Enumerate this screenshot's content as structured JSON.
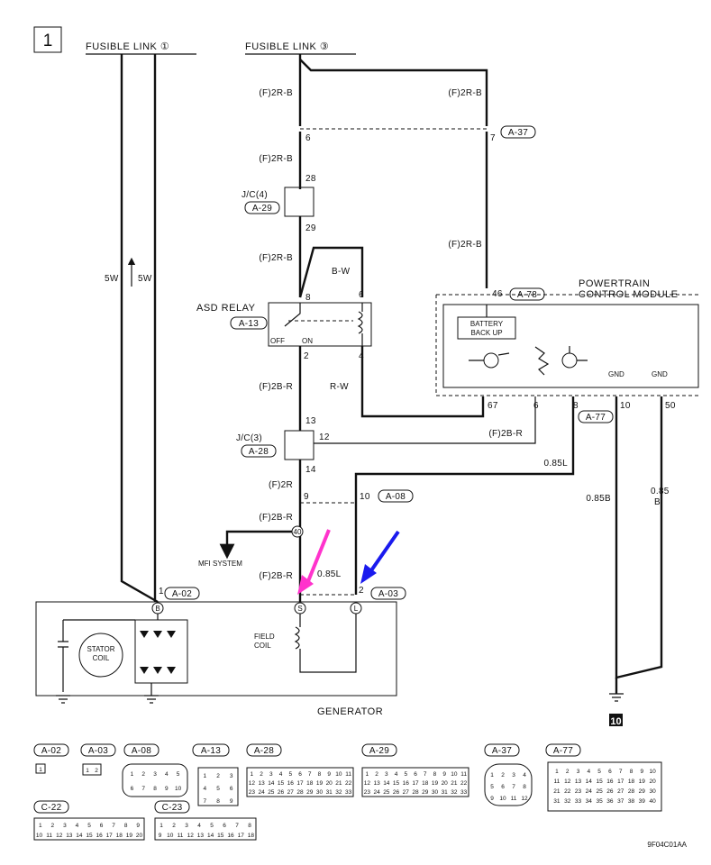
{
  "page_number": "1",
  "fusible_link_1": "FUSIBLE LINK ①",
  "fusible_link_3": "FUSIBLE LINK ③",
  "wires": {
    "f2rb_top_left": "(F)2R-B",
    "f2rb_top_right": "(F)2R-B",
    "f2rb_2": "(F)2R-B",
    "f2rb_3": "(F)2R-B",
    "f2rb_right": "(F)2R-B",
    "bw": "B-W",
    "f2br": "(F)2B-R",
    "rw": "R-W",
    "f2br_2": "(F)2B-R",
    "f2r": "(F)2R",
    "f2br_3": "(F)2B-R",
    "f2br_4": "(F)2B-R",
    "l085_top": "0.85L",
    "l085_mid": "0.85L",
    "b085": "0.85B",
    "b085_v_a": "0.85",
    "b085_v_b": "B",
    "w5_a": "5W",
    "w5_b": "5W"
  },
  "pins": {
    "p6": "6",
    "p7": "7",
    "p28": "28",
    "p29": "29",
    "p8": "8",
    "p6b": "6",
    "p2": "2",
    "p4": "4",
    "p46": "46",
    "p67": "67",
    "p6c": "6",
    "p8c": "8",
    "p10": "10",
    "p50": "50",
    "p13": "13",
    "p12": "12",
    "p14": "14",
    "p9": "9",
    "p10b": "10",
    "p40": "40",
    "p1": "1",
    "p2b": "2"
  },
  "connectors": {
    "a37": "A-37",
    "a29": "A-29",
    "a13": "A-13",
    "a78": "A-78",
    "a77": "A-77",
    "a28": "A-28",
    "a08": "A-08",
    "a02": "A-02",
    "a03": "A-03"
  },
  "components": {
    "jc4": "J/C(4)",
    "asd_relay": "ASD RELAY",
    "off": "OFF",
    "on": "ON",
    "pcm_1": "POWERTRAIN",
    "pcm_2": "CONTROL MODULE",
    "battery_1": "BATTERY",
    "battery_2": "BACK UP",
    "gnd_a": "GND",
    "gnd_b": "GND",
    "jc3": "J/C(3)",
    "mfi": "MFI SYSTEM",
    "stator_1": "STATOR",
    "stator_2": "COIL",
    "field_1": "FIELD",
    "field_2": "COIL",
    "generator": "GENERATOR",
    "term_b": "B",
    "term_s": "S",
    "term_l": "L",
    "ground_ref": "10"
  },
  "connector_legend": [
    {
      "id": "A-02",
      "pins": [
        "1"
      ]
    },
    {
      "id": "A-03",
      "pins": [
        "1",
        "2"
      ]
    },
    {
      "id": "A-08",
      "pins": [
        "1",
        "2",
        "3",
        "4",
        "5",
        "6",
        "7",
        "8",
        "9",
        "10"
      ]
    },
    {
      "id": "A-13",
      "pins": [
        "1",
        "2",
        "3",
        "4",
        "5",
        "6",
        "7",
        "8",
        "9"
      ]
    },
    {
      "id": "A-28",
      "row1": [
        "1",
        "2",
        "3",
        "4",
        "5",
        "6",
        "7",
        "8",
        "9",
        "10",
        "11"
      ],
      "row2": [
        "12",
        "13",
        "14",
        "15",
        "16",
        "17",
        "18",
        "19",
        "20",
        "21",
        "22"
      ],
      "row3": [
        "23",
        "24",
        "25",
        "26",
        "27",
        "28",
        "29",
        "30",
        "31",
        "32",
        "33"
      ]
    },
    {
      "id": "A-29",
      "row1": [
        "1",
        "2",
        "3",
        "4",
        "5",
        "6",
        "7",
        "8",
        "9",
        "10",
        "11"
      ],
      "row2": [
        "12",
        "13",
        "14",
        "15",
        "16",
        "17",
        "18",
        "19",
        "20",
        "21",
        "22"
      ],
      "row3": [
        "23",
        "24",
        "25",
        "26",
        "27",
        "28",
        "29",
        "30",
        "31",
        "32",
        "33"
      ]
    },
    {
      "id": "A-37",
      "pins": [
        "1",
        "2",
        "3",
        "4",
        "5",
        "6",
        "7",
        "8",
        "9",
        "10",
        "11",
        "12"
      ]
    },
    {
      "id": "A-77",
      "row1": [
        "1",
        "2",
        "3",
        "4",
        "5",
        "6",
        "7",
        "8",
        "9",
        "10"
      ],
      "row2": [
        "11",
        "12",
        "13",
        "14",
        "15",
        "16",
        "17",
        "18",
        "19",
        "20"
      ],
      "row3": [
        "21",
        "22",
        "23",
        "24",
        "25",
        "26",
        "27",
        "28",
        "29",
        "30"
      ],
      "row4": [
        "31",
        "32",
        "33",
        "34",
        "35",
        "36",
        "37",
        "38",
        "39",
        "40"
      ]
    },
    {
      "id": "C-22",
      "row1": [
        "1",
        "2",
        "3",
        "4",
        "5",
        "6",
        "7",
        "8",
        "9"
      ],
      "row2": [
        "10",
        "11",
        "12",
        "13",
        "14",
        "15",
        "16",
        "17",
        "18",
        "19",
        "20"
      ]
    },
    {
      "id": "C-23",
      "row1": [
        "1",
        "2",
        "3",
        "4",
        "5",
        "6",
        "7",
        "8"
      ],
      "row2": [
        "9",
        "10",
        "11",
        "12",
        "13",
        "14",
        "15",
        "16",
        "17",
        "18"
      ]
    }
  ],
  "figure_code": "9F04C01AA",
  "colors": {
    "magenta_arrow": "#ff33cc",
    "blue_arrow": "#1a1aee"
  }
}
